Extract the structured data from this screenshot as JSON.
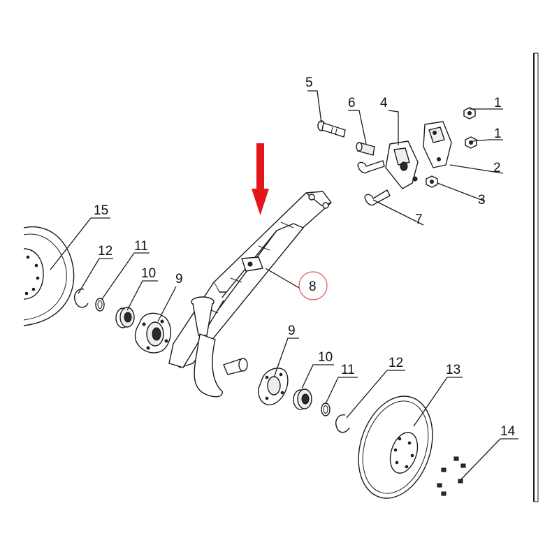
{
  "diagram": {
    "callouts": {
      "c1a": "1",
      "c1b": "1",
      "c2": "2",
      "c3": "3",
      "c4": "4",
      "c5": "5",
      "c6": "6",
      "c7": "7",
      "c8": "8",
      "c9a": "9",
      "c9b": "9",
      "c10a": "10",
      "c10b": "10",
      "c11a": "11",
      "c11b": "11",
      "c12a": "12",
      "c12b": "12",
      "c13": "13",
      "c14": "14",
      "c15": "15"
    },
    "colors": {
      "arrow": "#e3161b",
      "highlight_circle": "#e05555",
      "line": "#1a1a1a"
    },
    "highlighted_part": "8"
  }
}
